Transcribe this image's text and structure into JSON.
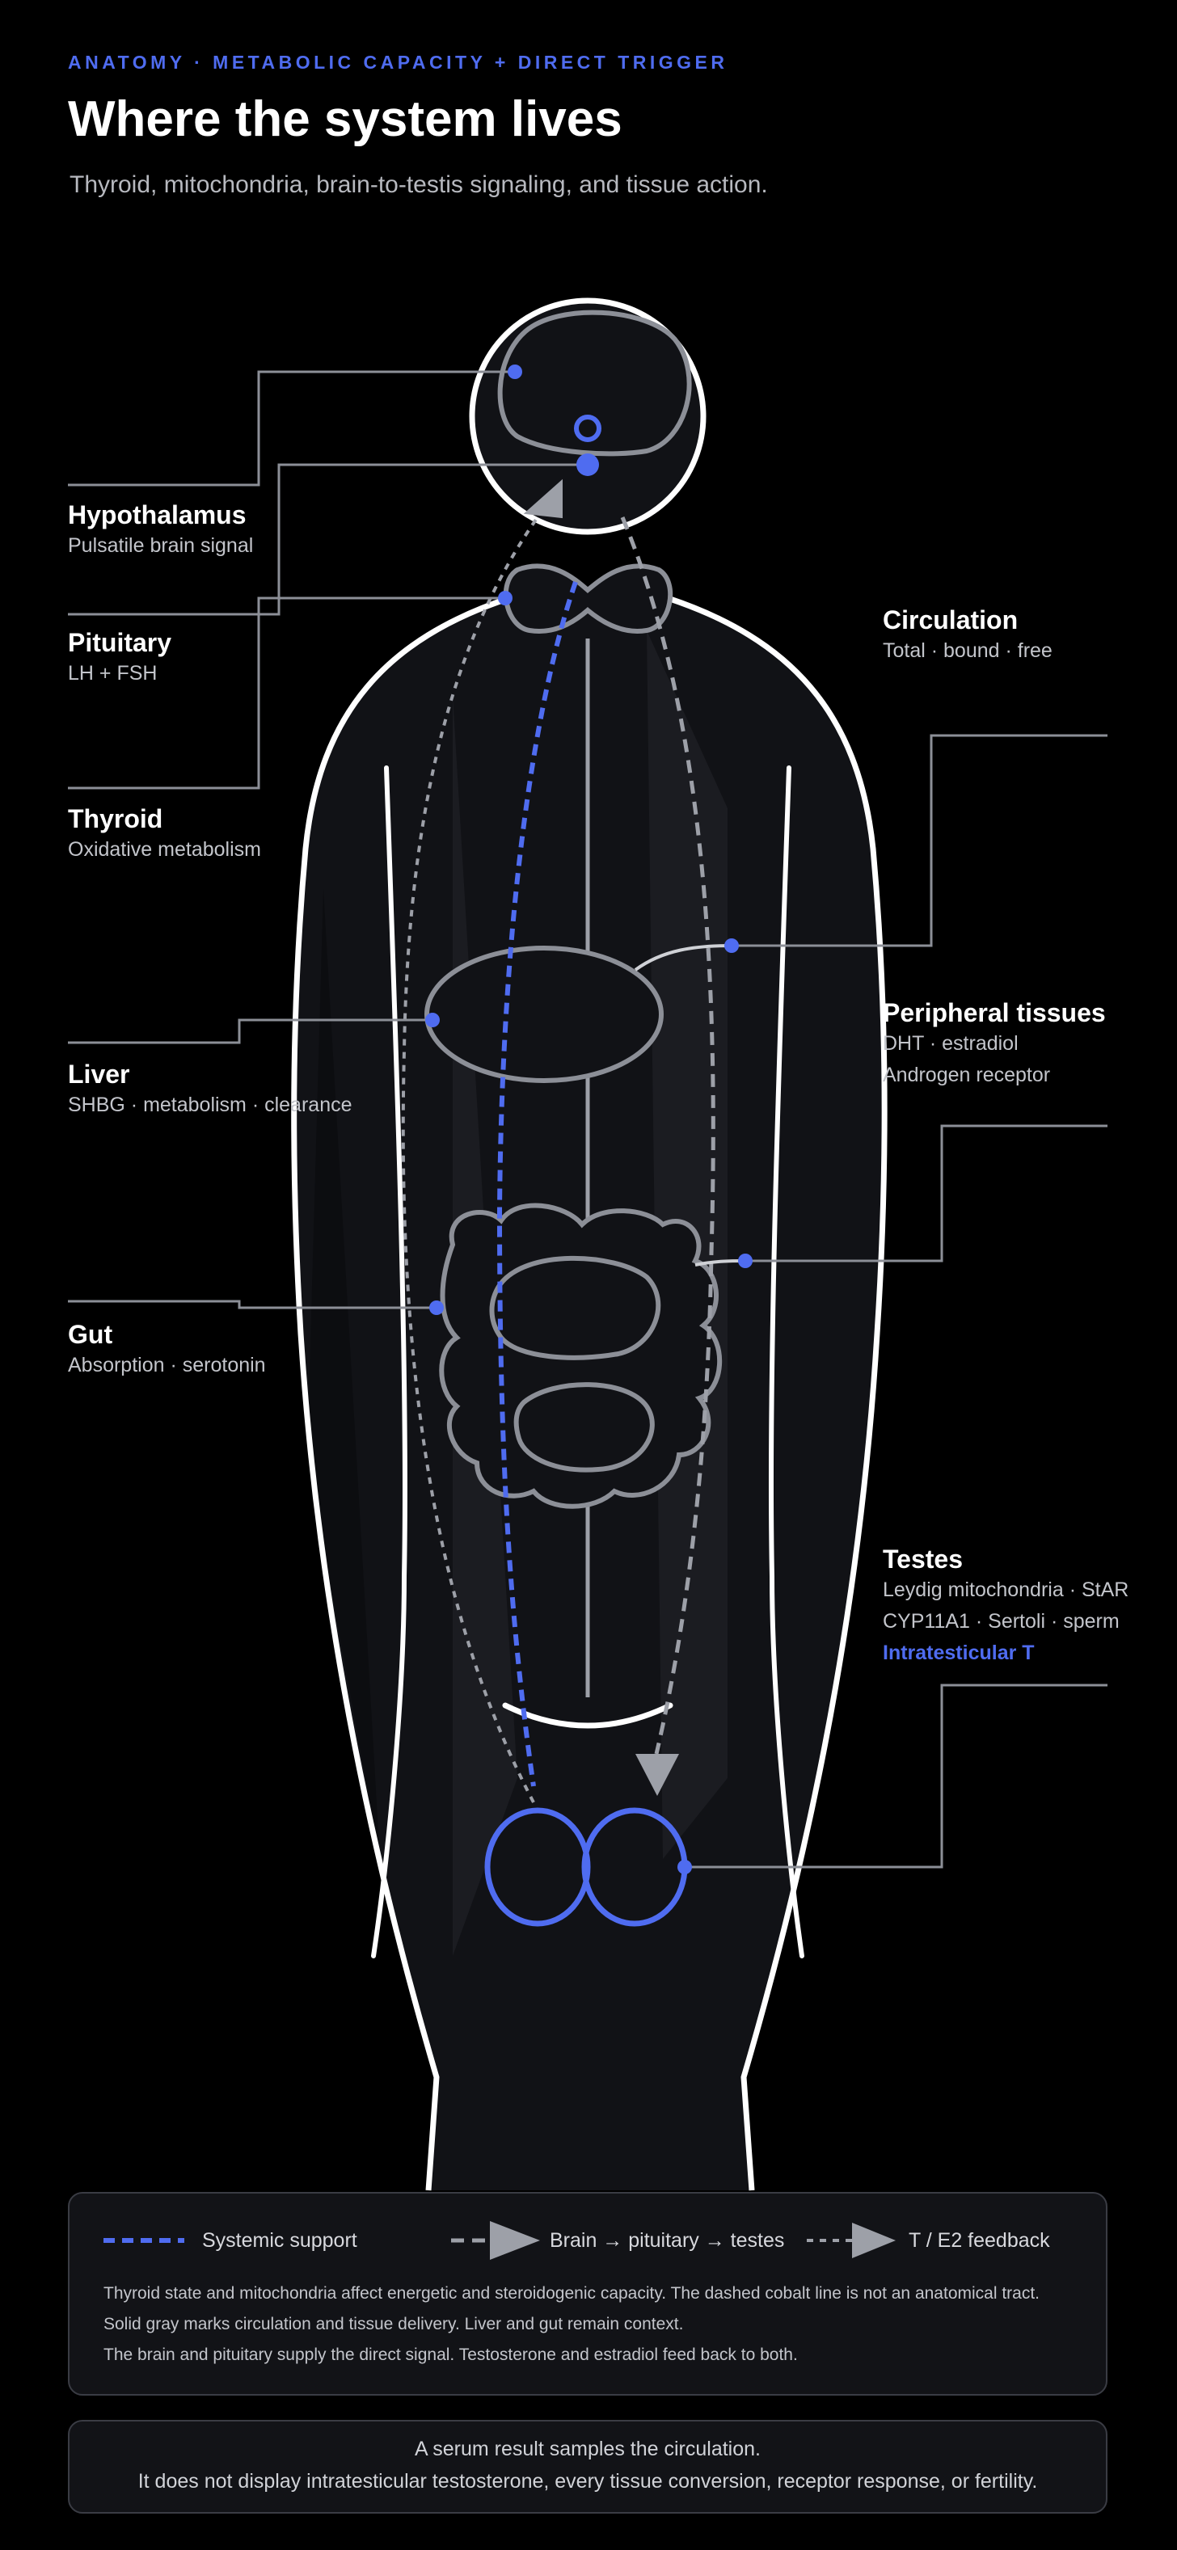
{
  "header": {
    "eyebrow": "ANATOMY · METABOLIC CAPACITY + DIRECT TRIGGER",
    "title": "Where the system lives",
    "subtitle": "Thyroid, mitochondria, brain-to-testis signaling, and tissue action."
  },
  "labels": {
    "hypothalamus": {
      "name": "Hypothalamus",
      "desc": "Pulsatile brain signal"
    },
    "pituitary": {
      "name": "Pituitary",
      "desc": "LH + FSH"
    },
    "thyroid": {
      "name": "Thyroid",
      "desc": "Oxidative metabolism"
    },
    "liver": {
      "name": "Liver",
      "desc": "SHBG · metabolism · clearance"
    },
    "gut": {
      "name": "Gut",
      "desc": "Absorption · serotonin"
    },
    "circulation": {
      "name": "Circulation",
      "desc": "Total · bound · free"
    },
    "peripheral": {
      "name": "Peripheral tissues",
      "desc1": "DHT · estradiol",
      "desc2": "Androgen receptor"
    },
    "testes": {
      "name": "Testes",
      "desc1": "Leydig mitochondria · StAR",
      "desc2": "CYP11A1 · Sertoli · sperm",
      "desc3": "Intratesticular T"
    }
  },
  "legend": {
    "systemic": "Systemic support",
    "axis": "Brain → pituitary → testes",
    "feedback": "T / E2 feedback",
    "note1": "Thyroid state and mitochondria affect energetic and steroidogenic capacity. The dashed cobalt line is not an anatomical tract.",
    "note2": "Solid gray marks circulation and tissue delivery. Liver and gut remain context.",
    "note3": "The brain and pituitary supply the direct signal. Testosterone and estradiol feed back to both."
  },
  "footer": {
    "line1": "A serum result samples the circulation.",
    "line2": "It does not display intratesticular testosterone, every tissue conversion, receptor response, or fertility."
  },
  "colors": {
    "accent": "#4f6cf0",
    "gray": "#7c7f87",
    "body_fill": "#111216",
    "outline": "#ffffff"
  }
}
